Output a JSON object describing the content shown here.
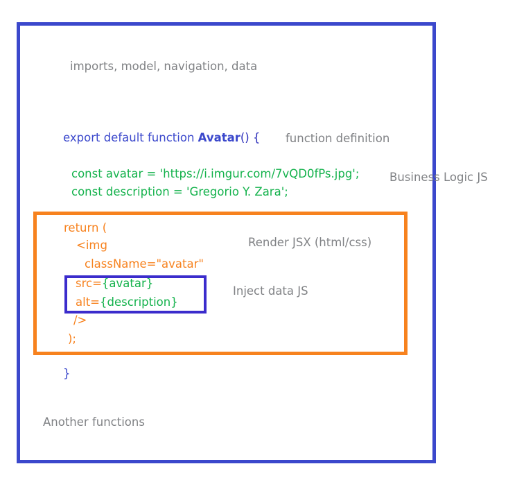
{
  "diagram": {
    "title": "React component anatomy annotated code diagram",
    "colors": {
      "component_border": "#3b48cc",
      "jsx_border": "#f7821e",
      "inject_border": "#3b2ccc",
      "keyword_blue": "#3b48cc",
      "string_green": "#14b24c",
      "jsx_orange": "#f7821e",
      "annotation_gray": "#808285",
      "background": "#ffffff"
    },
    "code": {
      "imports_line": "imports, model, navigation, data",
      "export_keyword": "export default function ",
      "function_name": "Avatar",
      "function_open": "() {",
      "const_avatar": "const avatar = 'https://i.imgur.com/7vQD0fPs.jpg';",
      "const_description": "const description = 'Gregorio Y. Zara';",
      "return_open": "return (",
      "img_tag": "<img",
      "class_name_attr": "className=\"avatar\"",
      "src_attr_name": "src=",
      "src_attr_value": "{avatar}",
      "alt_attr_name": "alt=",
      "alt_attr_value": "{description}",
      "self_close": "/>",
      "return_close": ");",
      "function_close": "}",
      "another_functions": "Another functions"
    },
    "annotations": {
      "function_definition": "function definition",
      "business_logic": "Business Logic JS",
      "render_jsx": "Render JSX (html/css)",
      "inject_data": "Inject data JS"
    }
  }
}
